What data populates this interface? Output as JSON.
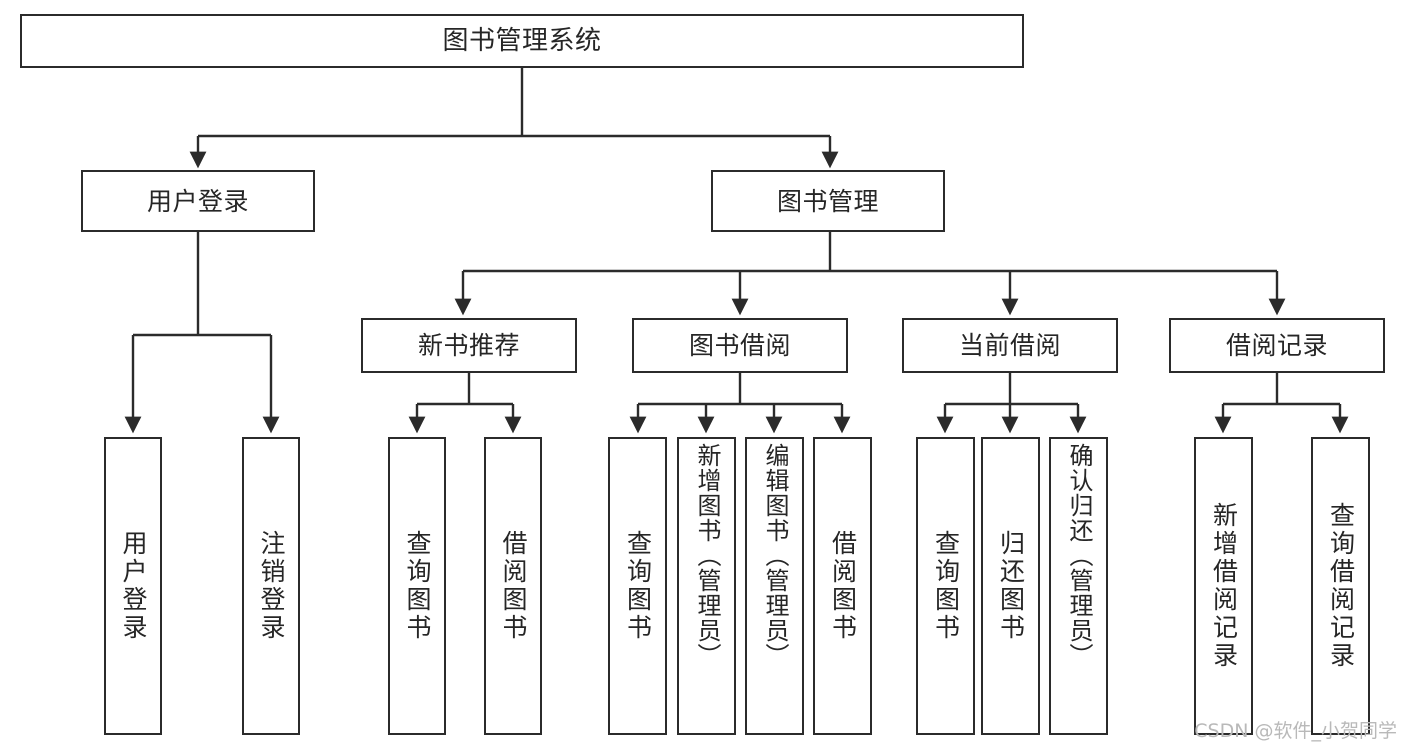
{
  "diagram": {
    "title": "图书管理系统",
    "type": "tree",
    "root": {
      "label": "图书管理系统"
    },
    "level1": [
      {
        "label": "用户登录"
      },
      {
        "label": "图书管理"
      }
    ],
    "level2": [
      {
        "label": "新书推荐"
      },
      {
        "label": "图书借阅"
      },
      {
        "label": "当前借阅"
      },
      {
        "label": "借阅记录"
      }
    ],
    "leaves": {
      "user_login": [
        {
          "label": "用户登录"
        },
        {
          "label": "注销登录"
        }
      ],
      "new_book": [
        {
          "label": "查询图书"
        },
        {
          "label": "借阅图书"
        }
      ],
      "borrow_book": [
        {
          "label": "查询图书"
        },
        {
          "label": "新增图书（管理员）"
        },
        {
          "label": "编辑图书（管理员）"
        },
        {
          "label": "借阅图书"
        }
      ],
      "current_borrow": [
        {
          "label": "查询图书"
        },
        {
          "label": "归还图书"
        },
        {
          "label": "确认归还（管理员）"
        }
      ],
      "borrow_record": [
        {
          "label": "新增借阅记录"
        },
        {
          "label": "查询借阅记录"
        }
      ]
    }
  },
  "watermark": {
    "text": "CSDN @软件_小贺同学"
  },
  "colors": {
    "stroke": "#2b2b2b",
    "text": "#262626",
    "background": "#ffffff",
    "watermark": "#b9b9b9"
  }
}
